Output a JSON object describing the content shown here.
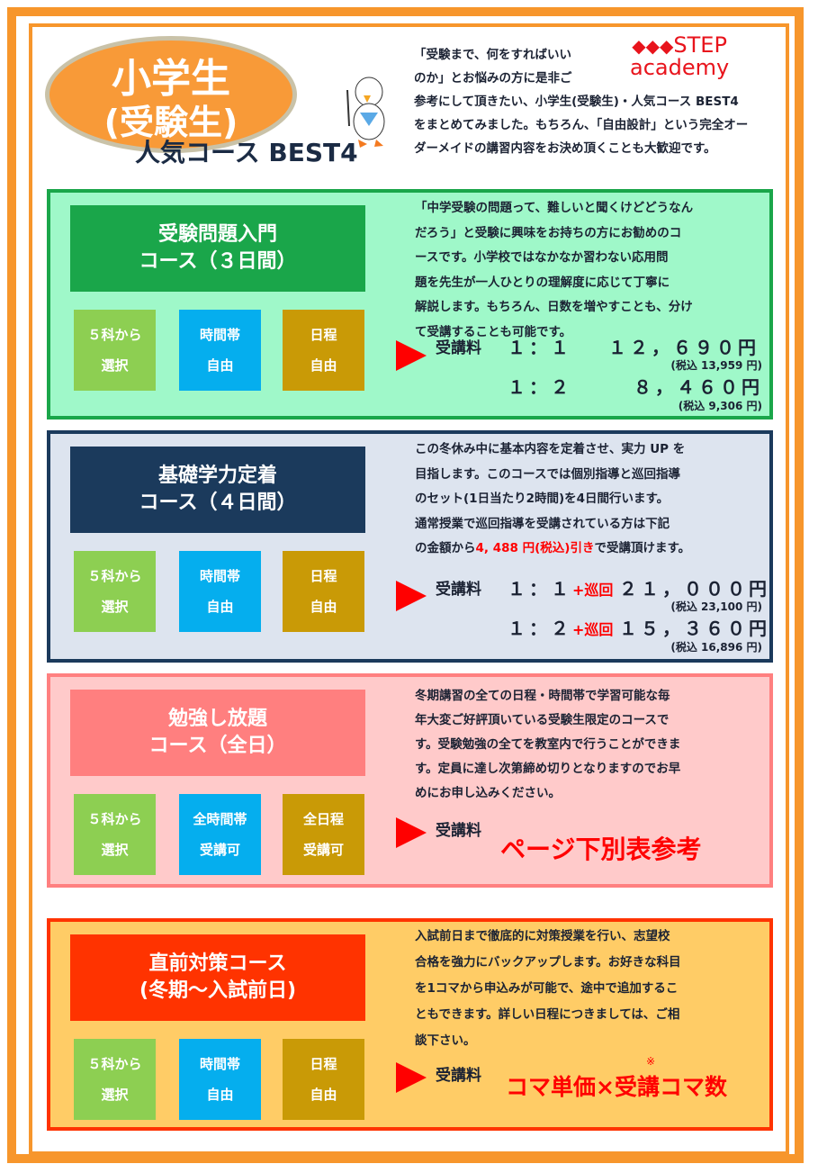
{
  "header": {
    "title_line1": "小学生",
    "title_line2": "(受験生)",
    "subtitle": "人気コース BEST4",
    "intro": [
      "「受験まで、何をすればいい",
      "のか」とお悩みの方に是非ご",
      "参考にして頂きたい、小学生(受験生)・人気コース BEST4",
      "をまとめてみました。もちろん、「自由設計」という完全オー",
      "ダーメイドの講習内容をお決め頂くことも大歓迎です。"
    ],
    "logo_line1": "STEP",
    "logo_line2": "academy"
  },
  "fee_label": "受講料",
  "courses": [
    {
      "title1": "受験問題入門",
      "title2": "コース（３日間）",
      "badges": [
        [
          "５科から",
          "選択"
        ],
        [
          "時間帯",
          "自由"
        ],
        [
          "日程",
          "自由"
        ]
      ],
      "desc": [
        "「中学受験の問題って、難しいと聞くけどどうなん",
        "だろう」と受験に興味をお持ちの方にお勧めのコ",
        "ースです。小学校ではなかなか習わない応用問",
        "題を先生が一人ひとりの理解度に応じて丁寧に",
        "解説します。もちろん、日数を増やすことも、分け",
        "て受講することも可能です。"
      ],
      "prices": [
        {
          "ratio": "１：１",
          "amount": "１２，６９０円",
          "tax": "(税込 13,959 円)"
        },
        {
          "ratio": "１：２",
          "amount": "８，４６０円",
          "tax": "(税込 9,306 円)"
        }
      ]
    },
    {
      "title1": "基礎学力定着",
      "title2": "コース（４日間）",
      "badges": [
        [
          "５科から",
          "選択"
        ],
        [
          "時間帯",
          "自由"
        ],
        [
          "日程",
          "自由"
        ]
      ],
      "desc": [
        "この冬休み中に基本内容を定着させ、実力 UP を",
        "目指します。このコースでは個別指導と巡回指導",
        "のセット(1日当たり2時間)を4日間行います。",
        "通常授業で巡回指導を受講されている方は下記"
      ],
      "desc_last_pre": "の金額から",
      "desc_last_red": "4, 488 円(税込)引き",
      "desc_last_post": "で受講頂けます。",
      "plus": "+巡回",
      "prices": [
        {
          "ratio": "１：１",
          "amount": "２１，０００円",
          "tax": "(税込 23,100 円)"
        },
        {
          "ratio": "１：２",
          "amount": "１５，３６０円",
          "tax": "(税込 16,896 円)"
        }
      ]
    },
    {
      "title1": "勉強し放題",
      "title2": "コース（全日）",
      "badges": [
        [
          "５科から",
          "選択"
        ],
        [
          "全時間帯",
          "受講可"
        ],
        [
          "全日程",
          "受講可"
        ]
      ],
      "desc": [
        "冬期講習の全ての日程・時間帯で学習可能な毎",
        "年大変ご好評頂いている受験生限定のコースで",
        "す。受験勉強の全てを教室内で行うことができま",
        "す。定員に達し次第締め切りとなりますのでお早",
        "めにお申し込みください。"
      ],
      "fee_text": "ページ下別表参考"
    },
    {
      "title1": "直前対策コース",
      "title2": "(冬期～入試前日)",
      "badges": [
        [
          "５科から",
          "選択"
        ],
        [
          "時間帯",
          "自由"
        ],
        [
          "日程",
          "自由"
        ]
      ],
      "desc": [
        "入試前日まで徹底的に対策授業を行い、志望校",
        "合格を強力にバックアップします。お好きな科目",
        "を1コマから申込みが可能で、途中で追加するこ",
        "ともできます。詳しい日程につきましては、ご相",
        "談下さい。"
      ],
      "fee_text": "コマ単価×受講コマ数",
      "note_mark": "※"
    }
  ],
  "colors": {
    "orange": "#f7962c",
    "green": "#1aa64a",
    "navy": "#1b3a5c",
    "pink": "#ff8080",
    "red_orange": "#ff3300"
  }
}
